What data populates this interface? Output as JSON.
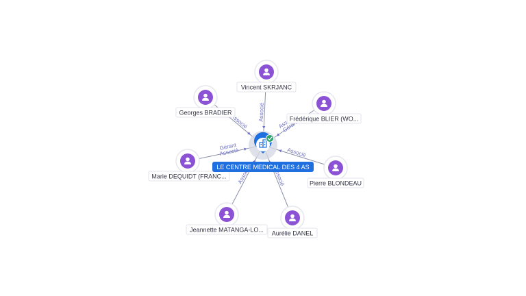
{
  "company": {
    "label": "LE CENTRE MEDICAL DES 4 AS",
    "icon": "building-icon",
    "badge": "verified-check-icon",
    "color": "#1f6fe0"
  },
  "person_color": "#8b52d6",
  "people": [
    {
      "id": "vincent",
      "name": "Vincent SKRJANC",
      "roles": [
        "Associé"
      ]
    },
    {
      "id": "georges",
      "name": "Georges BRADIER",
      "roles": [
        "Associé"
      ]
    },
    {
      "id": "frederique",
      "name": "Frédérique BLIER (WO...",
      "roles": [
        "Gérant",
        "Associé"
      ]
    },
    {
      "id": "marie",
      "name": "Marie DEQUIDT (FRANC...",
      "roles": [
        "Gérant",
        "Associé"
      ]
    },
    {
      "id": "pierre",
      "name": "Pierre BLONDEAU",
      "roles": [
        "Associé"
      ]
    },
    {
      "id": "jeannette",
      "name": "Jeannette MATANGA-LO...",
      "roles": [
        "Associé"
      ]
    },
    {
      "id": "aurelie",
      "name": "Aurélie DANEL",
      "roles": [
        "Associé"
      ]
    }
  ]
}
